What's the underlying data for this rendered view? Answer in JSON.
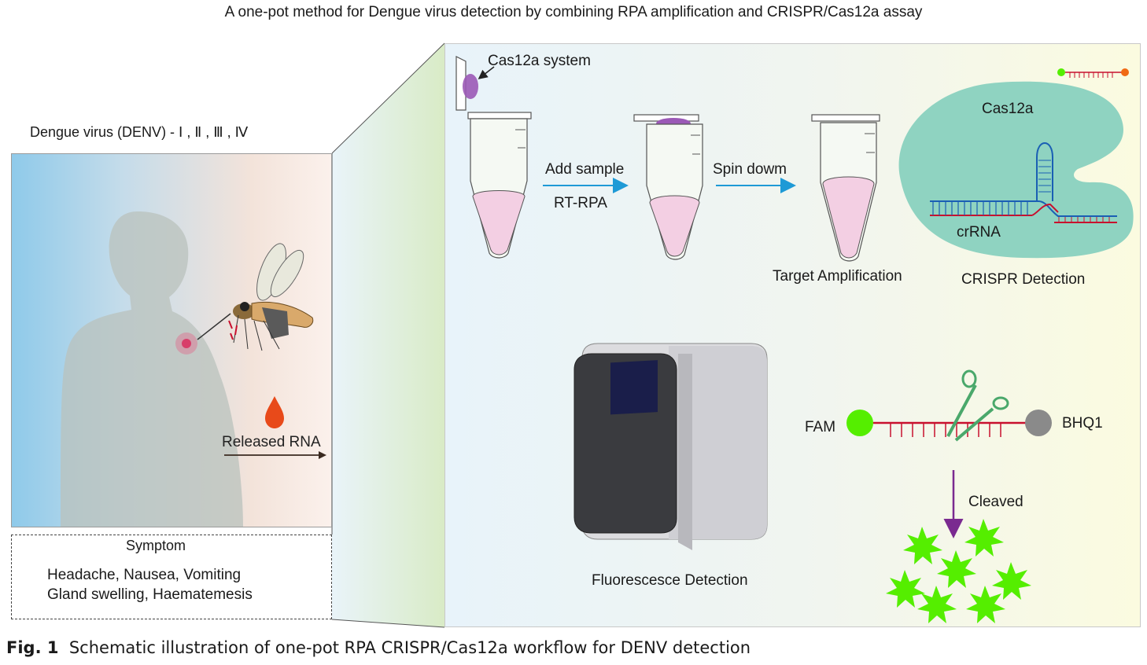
{
  "title": "A one-pot method for Dengue virus detection by combining RPA amplification and CRISPR/Cas12a assay",
  "left": {
    "virus_label": "Dengue virus (DENV) - Ⅰ , Ⅱ , Ⅲ , Ⅳ",
    "released_rna": "Released RNA"
  },
  "symptom": {
    "heading": "Symptom",
    "line1": "Headache, Nausea, Vomiting",
    "line2": "Gland swelling, Haematemesis"
  },
  "workflow": {
    "cas12a_system": "Cas12a system",
    "add_sample": "Add sample",
    "rt_rpa": "RT-RPA",
    "spin_down": "Spin dowm",
    "target_amplification": "Target Amplification",
    "cas12a": "Cas12a",
    "crrna": "crRNA",
    "crispr_detection": "CRISPR Detection",
    "fluorescence_detection": "Fluorescesce Detection",
    "fam": "FAM",
    "bhq1": "BHQ1",
    "cleaved": "Cleaved"
  },
  "caption": {
    "label": "Fig. 1",
    "text": "Schematic illustration of one-pot RPA CRISPR/Cas12a workflow for DENV detection"
  },
  "colors": {
    "arrow_blue": "#1e9ad6",
    "cas12a_teal": "#8fd3c1",
    "fam_green": "#55ee00",
    "bhq1_gray": "#8a8a8a",
    "dna_red": "#c8102e",
    "cleave_arrow": "#7a2a90",
    "tube_liquid": "#f3cfe3",
    "cas_purple": "#9b59b6"
  }
}
